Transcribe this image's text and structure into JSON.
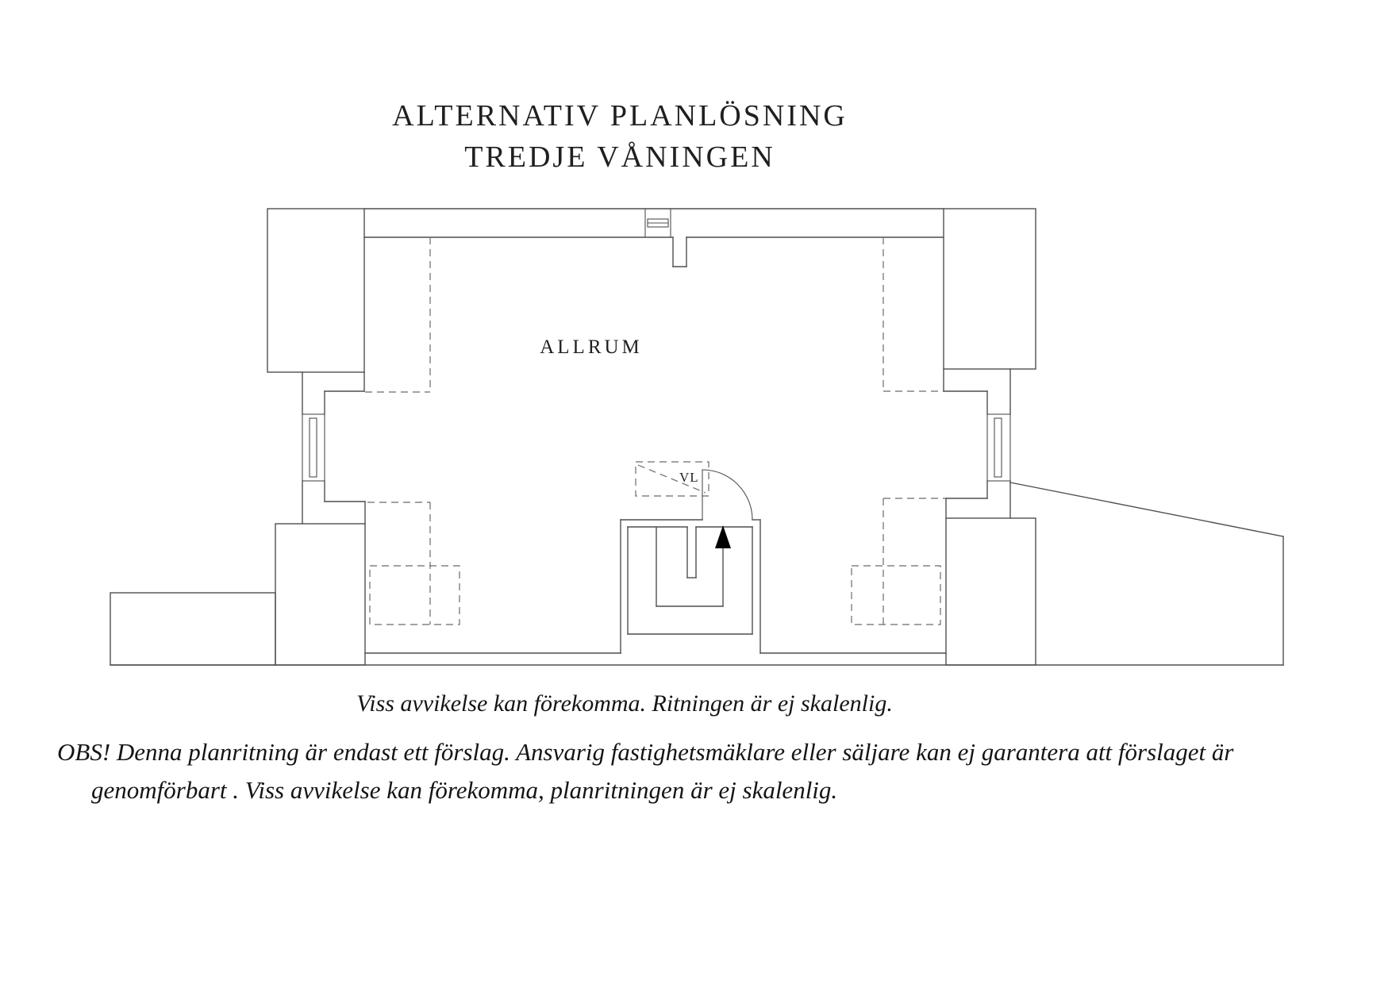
{
  "title": {
    "line1": "ALTERNATIV PLANLÖSNING",
    "line2": "TREDJE VÅNINGEN"
  },
  "plan": {
    "room_label": "ALLRUM",
    "closet_label": "VL"
  },
  "captions": {
    "note": "Viss avvikelse kan förekomma. Ritningen är ej skalenlig.",
    "disclaimer_line1": "OBS! Denna planritning är endast ett förslag. Ansvarig fastighetsmäklare eller säljare kan ej garantera att förslaget är",
    "disclaimer_line2": "genomförbart . Viss avvikelse kan förekomma, planritningen är ej skalenlig."
  },
  "colors": {
    "background": "#ffffff",
    "wall_line": "#4f4f4f",
    "dashed_line": "#6b6b6b",
    "text": "#1c1c1c",
    "arrow": "#000000"
  }
}
